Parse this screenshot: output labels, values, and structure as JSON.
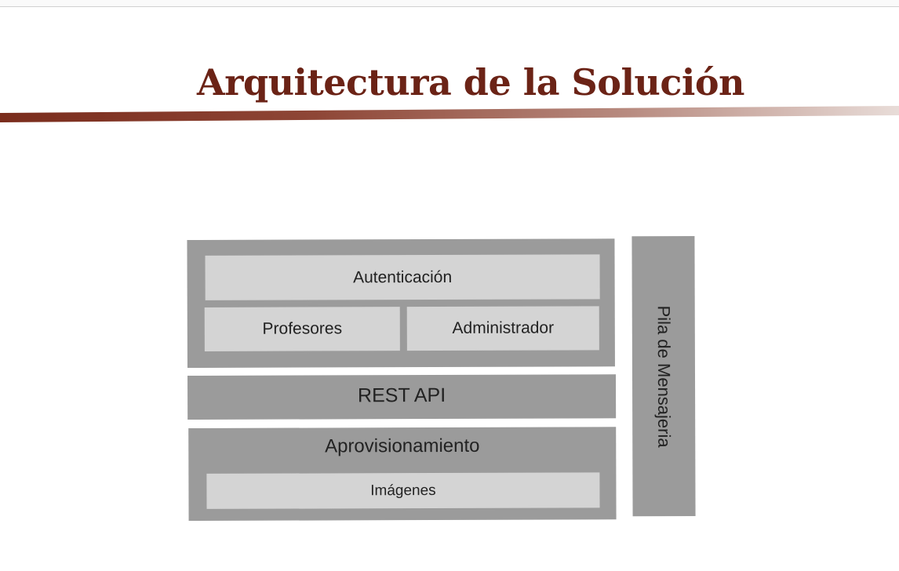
{
  "slide": {
    "title": "Arquitectura de la Solución"
  },
  "diagram": {
    "frontend": {
      "auth_label": "Autenticación",
      "teachers_label": "Profesores",
      "admin_label": "Administrador"
    },
    "rest_api_label": "REST API",
    "provisioning": {
      "label": "Aprovisionamiento",
      "images_label": "Imágenes"
    },
    "messaging_label": "Pila de Mensajeria"
  },
  "colors": {
    "title": "#6b2316",
    "outer_block": "#9b9b9b",
    "inner_block": "#d4d4d4",
    "text": "#222222"
  }
}
